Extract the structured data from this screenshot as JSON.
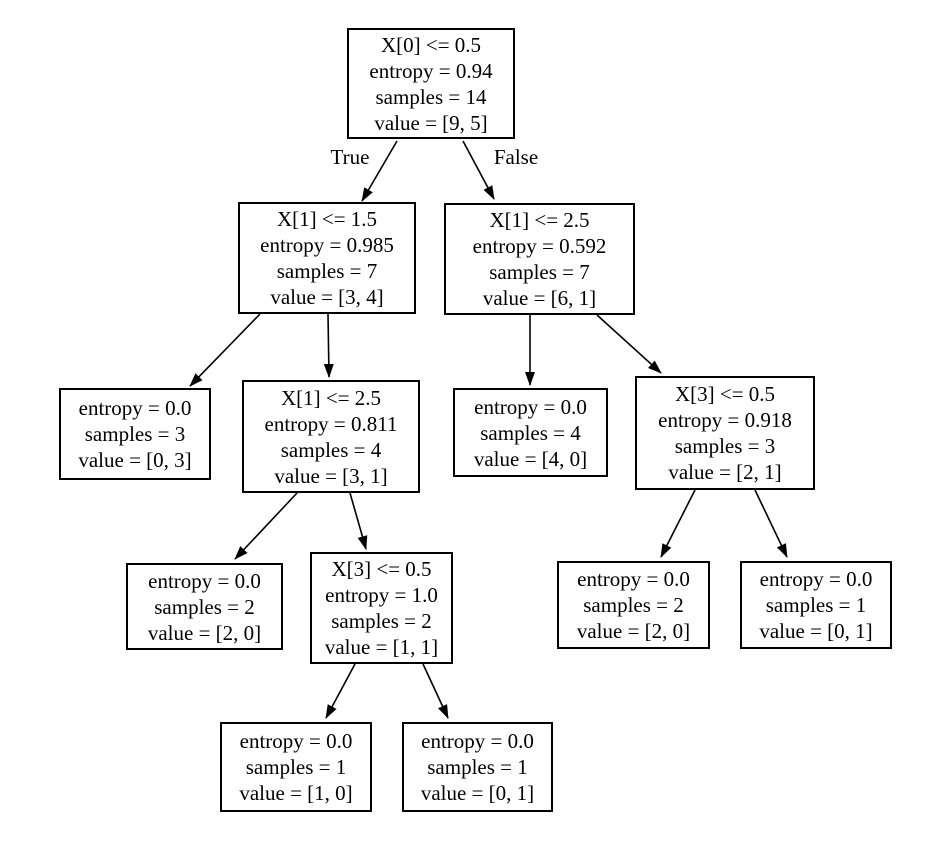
{
  "diagram": {
    "type": "decision-tree",
    "background_color": "#ffffff",
    "node_border_color": "#000000",
    "text_color": "#000000",
    "edge_labels": [
      {
        "text": "True"
      },
      {
        "text": "False"
      }
    ],
    "nodes": [
      {
        "id": 0,
        "lines": [
          "X[0] <= 0.5",
          "entropy = 0.94",
          "samples = 14",
          "value = [9, 5]"
        ]
      },
      {
        "id": 1,
        "lines": [
          "X[1] <= 1.5",
          "entropy = 0.985",
          "samples = 7",
          "value = [3, 4]"
        ]
      },
      {
        "id": 2,
        "lines": [
          "X[1] <= 2.5",
          "entropy = 0.592",
          "samples = 7",
          "value = [6, 1]"
        ]
      },
      {
        "id": 3,
        "lines": [
          "entropy = 0.0",
          "samples = 3",
          "value = [0, 3]"
        ]
      },
      {
        "id": 4,
        "lines": [
          "X[1] <= 2.5",
          "entropy = 0.811",
          "samples = 4",
          "value = [3, 1]"
        ]
      },
      {
        "id": 5,
        "lines": [
          "entropy = 0.0",
          "samples = 4",
          "value = [4, 0]"
        ]
      },
      {
        "id": 6,
        "lines": [
          "X[3] <= 0.5",
          "entropy = 0.918",
          "samples = 3",
          "value = [2, 1]"
        ]
      },
      {
        "id": 7,
        "lines": [
          "entropy = 0.0",
          "samples = 2",
          "value = [2, 0]"
        ]
      },
      {
        "id": 8,
        "lines": [
          "X[3] <= 0.5",
          "entropy = 1.0",
          "samples = 2",
          "value = [1, 1]"
        ]
      },
      {
        "id": 9,
        "lines": [
          "entropy = 0.0",
          "samples = 2",
          "value = [2, 0]"
        ]
      },
      {
        "id": 10,
        "lines": [
          "entropy = 0.0",
          "samples = 1",
          "value = [0, 1]"
        ]
      },
      {
        "id": 11,
        "lines": [
          "entropy = 0.0",
          "samples = 1",
          "value = [1, 0]"
        ]
      },
      {
        "id": 12,
        "lines": [
          "entropy = 0.0",
          "samples = 1",
          "value = [0, 1]"
        ]
      }
    ]
  }
}
